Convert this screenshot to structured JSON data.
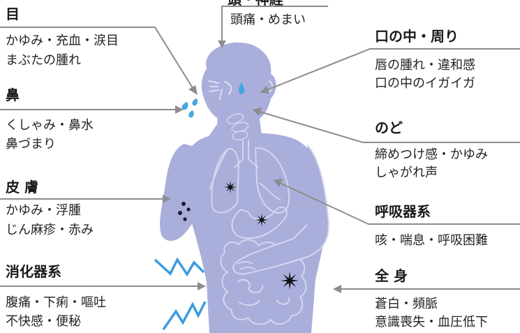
{
  "sections": {
    "head": {
      "title": "頭・神経",
      "lines": [
        "頭痛・めまい"
      ]
    },
    "eyes": {
      "title": "目",
      "lines": [
        "かゆみ・充血・涙目",
        "まぶたの腫れ"
      ]
    },
    "nose": {
      "title": "鼻",
      "lines": [
        "くしゃみ・鼻水",
        "鼻づまり"
      ]
    },
    "skin": {
      "title": "皮 膚",
      "lines": [
        "かゆみ・浮腫",
        "じん麻疹・赤み"
      ]
    },
    "digestive": {
      "title": "消化器系",
      "lines": [
        "腹痛・下痢・嘔吐",
        "不快感・便秘"
      ]
    },
    "mouth": {
      "title": "口の中・周り",
      "lines": [
        "唇の腫れ・違和感",
        "口の中のイガイガ"
      ]
    },
    "throat": {
      "title": "のど",
      "lines": [
        "締めつけ感・かゆみ",
        "しゃがれ声"
      ]
    },
    "respiratory": {
      "title": "呼吸器系",
      "lines": [
        "咳・喘息・呼吸困難"
      ]
    },
    "whole_body": {
      "title": "全 身",
      "lines": [
        "蒼白・頻脈",
        "意識喪失・血圧低下"
      ]
    }
  },
  "colors": {
    "silhouette": "#a9aedb",
    "organ_lines": "#d4d7ef",
    "accent_blue": "#3fa6e0",
    "leader_lines": "#8c8c8c",
    "text": "#231f20",
    "burst": "#111111"
  },
  "icons": [
    "tear-drop-icon",
    "sneeze-droplets-icon",
    "star-burst-icon",
    "lightning-icon",
    "skin-dots-icon",
    "arrow-icon"
  ]
}
